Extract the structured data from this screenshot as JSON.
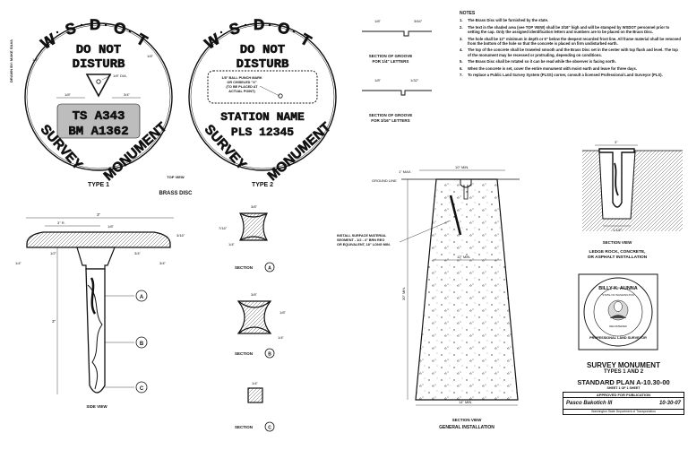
{
  "sheet": {
    "drawn_by": "DRAWN BY: MAKE SILVA",
    "type1": {
      "wsdot": [
        "W",
        "S",
        "D",
        "O",
        "T"
      ],
      "line1": "DO NOT",
      "line2": "DISTURB",
      "id1": "TS A343",
      "id2": "BM A1362",
      "survey": "SURVEY",
      "monument": "MONUMENT",
      "hole_dim": "1/8\" DIA.",
      "label": "TYPE 1"
    },
    "type2": {
      "wsdot": [
        "W",
        "S",
        "D",
        "O",
        "T"
      ],
      "line1": "DO NOT",
      "line2": "DISTURB",
      "inner1": "1/8\" BALL PUNCH MARK",
      "inner2": "OR CHISELED \"X\"",
      "inner3": "(TO BE PLACED AT",
      "inner4": "ACTUAL POINT)",
      "id1": "STATION NAME",
      "id2": "PLS 12345",
      "survey": "SURVEY",
      "monument": "MONUMENT",
      "label": "TYPE 2"
    },
    "top_view": "TOP VIEW",
    "brass_disc": "BRASS DISC",
    "side_view": "SIDE VIEW",
    "dims": {
      "d1": "3\"",
      "d2": "3\" R.",
      "d3": "1/8\"",
      "d4": "3/16\"",
      "d5": "1/4\"",
      "d6": "3/4\"",
      "d7": "1/2\"",
      "d8": "3/4\"",
      "d9": "3\"",
      "d10": "1/8\"",
      "d11": "3/4\"",
      "d12": "1/8\""
    },
    "sections": {
      "a_dim1": "3/8\"",
      "a_dim2": "7/16\"",
      "a_dim3": "1/4\"",
      "b_dim1": "3/8\"",
      "b_dim2": "1/8\"",
      "b_dim3": "1/4\"",
      "c_dim": "1/4\"",
      "label": "SECTION",
      "a": "A",
      "b": "B",
      "c": "C"
    },
    "grooves": {
      "g1_dim1": "1/8\"",
      "g1_dim2": "3/64\"",
      "g1_title1": "SECTION OF GROOVE",
      "g1_title2": "FOR 1/4\" LETTERS",
      "g2_dim1": "1/8\"",
      "g2_dim2": "1/32\"",
      "g2_title1": "SECTION OF GROOVE",
      "g2_title2": "FOR 3/16\" LETTERS"
    },
    "notes": {
      "title": "NOTES",
      "items": [
        {
          "n": "1.",
          "t": "The Brass Disc will be furnished by the state."
        },
        {
          "n": "2.",
          "t": "The text in the shaded area (see TOP VIEW) shall be 3/16\" high and will be stamped by WSDOT personnel prior to setting the cap. Only the assigned identification letters and numbers are to be placed on the Brass Disc."
        },
        {
          "n": "3.",
          "t": "The hole shall be 12\" minimum in depth or 6\" below the deepest recorded frost line. All frame material shall be removed from the bottom of the hole so that the concrete is placed on firm undisturbed earth."
        },
        {
          "n": "4.",
          "t": "The top of the concrete shall be troweled smooth and the Brass Disc set in the center with top flush and level. The top of the monument may be recessed or protruding, depending on conditions."
        },
        {
          "n": "5.",
          "t": "The Brass Disc shall be rotated so it can be read while the observer is facing north."
        },
        {
          "n": "6.",
          "t": "When the concrete is set, cover the entire monument with moist earth and leave for three days."
        },
        {
          "n": "7.",
          "t": "To replace a Public Land Survey System (PLSS) corner, consult a licensed Professional Land Surveyor (PLS)."
        }
      ]
    },
    "general": {
      "top_dim": "10\" MIN.",
      "grade": "GROUND LINE",
      "depth_label": "1\" MAX.",
      "install_note1": "INSTALL SURFACE MATERIAL",
      "install_note2": "SEGMENT - 1/2 - 4\" BRN REO",
      "install_note3": "OR EQUIVALENT, 18\" LONG MIN.",
      "mid_dim": "12\" MIN.",
      "depth_dim": "30\" MIN.",
      "bottom_dim": "14\" MIN.",
      "section_view": "SECTION VIEW",
      "title": "GENERAL INSTALLATION"
    },
    "ledge": {
      "top_dim": "3\"",
      "bottom_dim": "1 1/2\"",
      "section_view": "SECTION VIEW",
      "title1": "LEDGE ROCK, CONCRETE,",
      "title2": "OR ASPHALT INSTALLATION"
    },
    "seal": {
      "name": "BILLY K. AUNNA",
      "state": "STATE OF WASHINGTON",
      "reg": "REGISTERED",
      "prof": "PROFESSIONAL LAND SURVEYOR"
    },
    "title_block": {
      "t1": "SURVEY MONUMENT",
      "t2": "TYPES 1 AND 2",
      "t3": "STANDARD PLAN A-10.30-00",
      "t4": "SHEET 1 OF 1 SHEET",
      "t5": "APPROVED FOR PUBLICATION",
      "sig_name": "Pasco Bakotich III",
      "sig_date": "10-30-07",
      "t6": "Washington State Department of Transportation"
    }
  }
}
